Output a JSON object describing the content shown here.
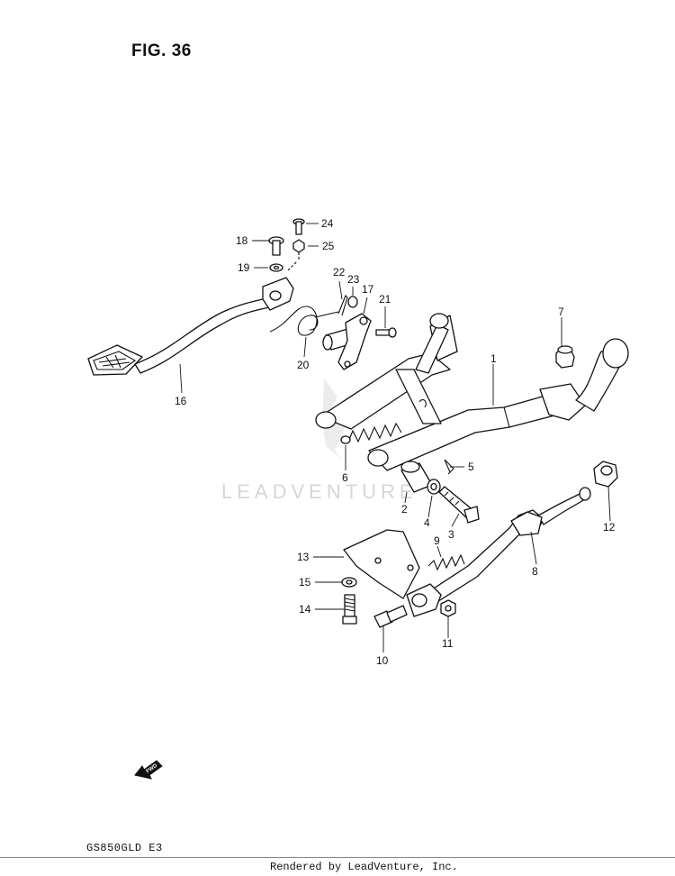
{
  "figure_title": "FIG. 36",
  "model_code": "GS850GLD  E3",
  "footer_text": "Rendered by LeadVenture, Inc.",
  "watermark_text": "LEADVENTURE",
  "fwd_label": "FWD",
  "parts": [
    {
      "id": "p1",
      "label": "1"
    },
    {
      "id": "p2",
      "label": "2"
    },
    {
      "id": "p3",
      "label": "3"
    },
    {
      "id": "p4",
      "label": "4"
    },
    {
      "id": "p5",
      "label": "5"
    },
    {
      "id": "p6",
      "label": "6"
    },
    {
      "id": "p7",
      "label": "7"
    },
    {
      "id": "p8",
      "label": "8"
    },
    {
      "id": "p9",
      "label": "9"
    },
    {
      "id": "p10",
      "label": "10"
    },
    {
      "id": "p11",
      "label": "11"
    },
    {
      "id": "p12",
      "label": "12"
    },
    {
      "id": "p13",
      "label": "13"
    },
    {
      "id": "p14",
      "label": "14"
    },
    {
      "id": "p15",
      "label": "15"
    },
    {
      "id": "p16",
      "label": "16"
    },
    {
      "id": "p17",
      "label": "17"
    },
    {
      "id": "p18",
      "label": "18"
    },
    {
      "id": "p19",
      "label": "19"
    },
    {
      "id": "p20",
      "label": "20"
    },
    {
      "id": "p21",
      "label": "21"
    },
    {
      "id": "p22",
      "label": "22"
    },
    {
      "id": "p23",
      "label": "23"
    },
    {
      "id": "p24",
      "label": "24"
    },
    {
      "id": "p25",
      "label": "25"
    }
  ]
}
